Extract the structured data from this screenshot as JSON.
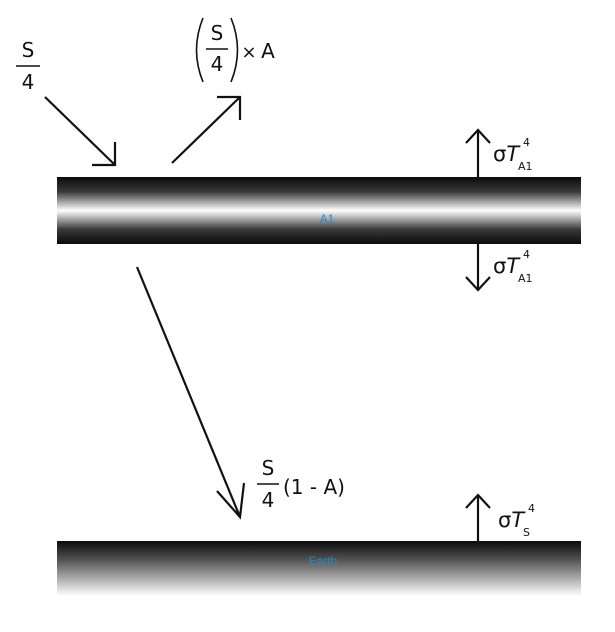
{
  "atmosphere_layer": {
    "label": "A1",
    "label_color": "#2a86c8"
  },
  "earth_layer": {
    "label": "Earth",
    "label_color": "#2a86c8"
  },
  "incoming": {
    "numerator": "S",
    "denominator": "4"
  },
  "reflected": {
    "numerator": "S",
    "denominator": "4",
    "operator": "×",
    "factor": "A"
  },
  "transmitted": {
    "numerator": "S",
    "denominator": "4",
    "factor": "(1 - A)"
  },
  "emission_up_a1": {
    "sigma": "σ",
    "T": "T",
    "subscript": "A1",
    "power": "4"
  },
  "emission_down_a1": {
    "sigma": "σ",
    "T": "T",
    "subscript": "A1",
    "power": "4"
  },
  "emission_surface": {
    "sigma": "σ",
    "T": "T",
    "subscript": "S",
    "power": "4"
  }
}
